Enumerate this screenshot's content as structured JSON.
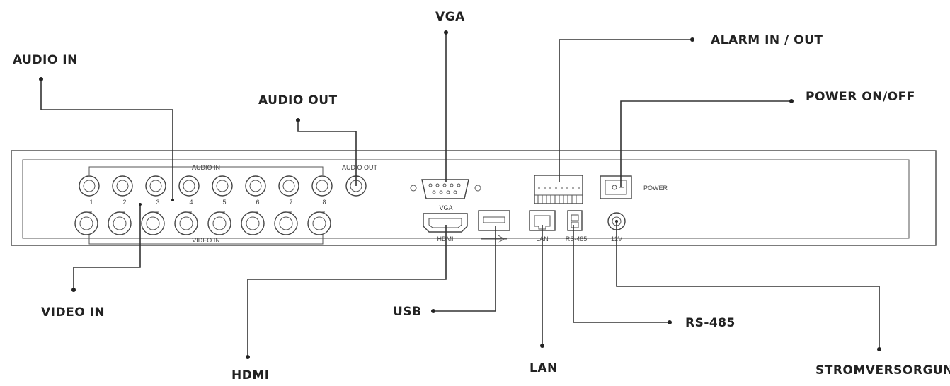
{
  "callouts": {
    "vga": "VGA",
    "alarm": "ALARM IN / OUT",
    "audio_in": "AUDIO IN",
    "audio_out": "AUDIO OUT",
    "power_onoff": "POWER ON/OFF",
    "video_in": "VIDEO IN",
    "usb": "USB",
    "hdmi": "HDMI",
    "lan": "LAN",
    "rs485": "RS-485",
    "strom": "STROMVERSORGUNG"
  },
  "panel": {
    "audio_in_label": "AUDIO IN",
    "video_in_label": "VIDEO IN",
    "audio_out_label": "AUDIO OUT",
    "channel_numbers": [
      "1",
      "2",
      "3",
      "4",
      "5",
      "6",
      "7",
      "8"
    ],
    "vga_label": "VGA",
    "hdmi_label": "HDMI",
    "lan_label": "LAN",
    "rs485_label": "RS-485",
    "power_label": "POWER",
    "dc_label": "12V"
  },
  "colors": {
    "line": "#333333",
    "text": "#222222",
    "panel": "#444444"
  }
}
